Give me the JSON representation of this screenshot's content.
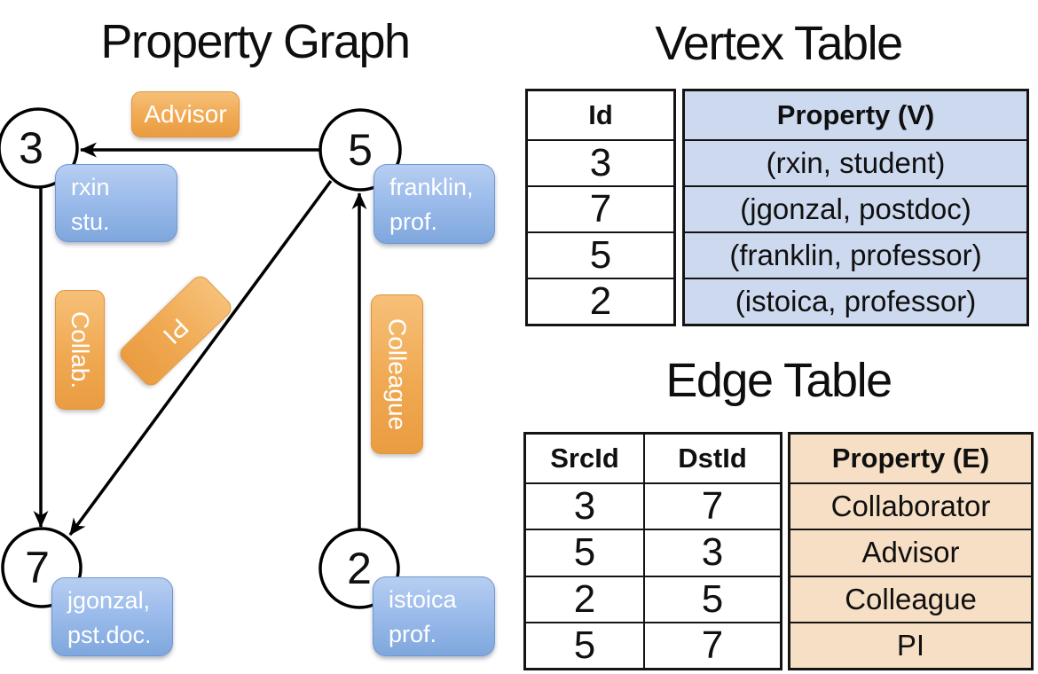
{
  "slide": {
    "graph_title": "Property Graph",
    "vertex_table_title": "Vertex Table",
    "edge_table_title": "Edge Table"
  },
  "graph": {
    "nodes": [
      {
        "id": "3",
        "prop_line1": "rxin",
        "prop_line2": "stu."
      },
      {
        "id": "5",
        "prop_line1": "franklin,",
        "prop_line2": "prof."
      },
      {
        "id": "7",
        "prop_line1": "jgonzal,",
        "prop_line2": "pst.doc."
      },
      {
        "id": "2",
        "prop_line1": "istoica",
        "prop_line2": "prof."
      }
    ],
    "edges": [
      {
        "label": "Advisor",
        "src": "5",
        "dst": "3"
      },
      {
        "label": "Collab.",
        "src": "3",
        "dst": "7"
      },
      {
        "label": "PI",
        "src": "5",
        "dst": "7"
      },
      {
        "label": "Colleague",
        "src": "2",
        "dst": "5"
      }
    ]
  },
  "vertex_table": {
    "columns": [
      "Id",
      "Property (V)"
    ],
    "rows": [
      [
        "3",
        "(rxin, student)"
      ],
      [
        "7",
        "(jgonzal, postdoc)"
      ],
      [
        "5",
        "(franklin, professor)"
      ],
      [
        "2",
        "(istoica, professor)"
      ]
    ]
  },
  "edge_table": {
    "columns": [
      "SrcId",
      "DstId",
      "Property (E)"
    ],
    "rows": [
      [
        "3",
        "7",
        "Collaborator"
      ],
      [
        "5",
        "3",
        "Advisor"
      ],
      [
        "2",
        "5",
        "Colleague"
      ],
      [
        "5",
        "7",
        "PI"
      ]
    ]
  },
  "colors": {
    "edge_label_orange_top": "#f6c078",
    "edge_label_orange_bottom": "#ea9c41",
    "node_prop_blue_top": "#b7cef1",
    "node_prop_blue_bottom": "#7fa7dd",
    "vertex_property_cell_bg": "#cdd9ee",
    "edge_property_cell_bg": "#f6dfc5",
    "line_color": "#000000"
  }
}
